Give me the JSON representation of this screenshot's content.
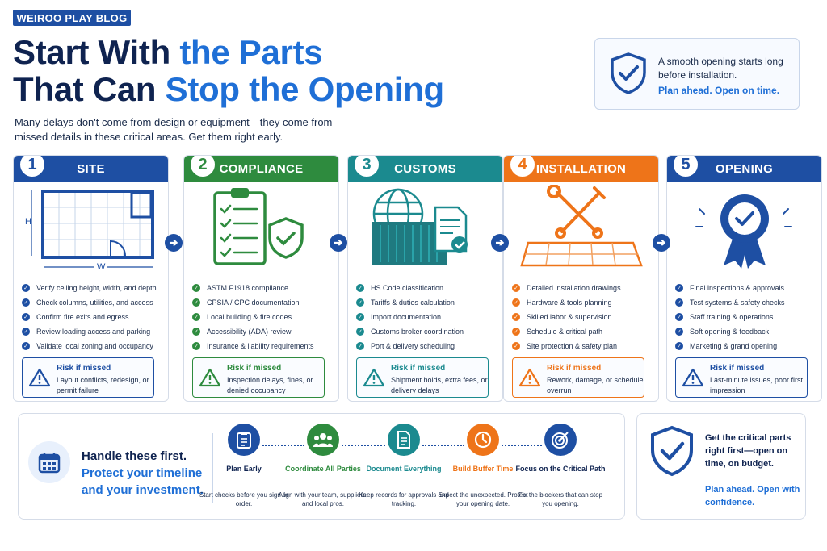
{
  "badge": "WEIROO PLAY BLOG",
  "title": {
    "line1_dark": "Start With ",
    "line1_blue": "the Parts",
    "line2_dark": "That Can ",
    "line2_blue": "Stop the Opening"
  },
  "subtitle": "Many delays don't come from design or equipment—they come from missed details in these critical areas. Get them right early.",
  "tip": {
    "text": "A smooth opening starts long before installation.",
    "highlight": "Plan ahead. Open on time.",
    "icon": "shield-check-icon"
  },
  "cards": [
    {
      "num": "1",
      "title": "SITE",
      "color": "#1e4fa3",
      "items": [
        "Verify ceiling height, width, and depth",
        "Check columns, utilities, and access",
        "Confirm fire exits and egress",
        "Review loading access and parking",
        "Validate local zoning and occupancy"
      ],
      "risk_title": "Risk if missed",
      "risk_body": "Layout conflicts, redesign, or permit failure",
      "plan_h": "H",
      "plan_w": "W"
    },
    {
      "num": "2",
      "title": "COMPLIANCE",
      "color": "#2e8b3e",
      "items": [
        "ASTM F1918 compliance",
        "CPSIA / CPC documentation",
        "Local building & fire codes",
        "Accessibility (ADA) review",
        "Insurance & liability requirements"
      ],
      "risk_title": "Risk if missed",
      "risk_body": "Inspection delays, fines, or denied occupancy"
    },
    {
      "num": "3",
      "title": "CUSTOMS",
      "color": "#1b8a8f",
      "items": [
        "HS Code classification",
        "Tariffs & duties calculation",
        "Import documentation",
        "Customs broker coordination",
        "Port & delivery scheduling"
      ],
      "risk_title": "Risk if missed",
      "risk_body": "Shipment holds, extra fees, or delivery delays"
    },
    {
      "num": "4",
      "title": "INSTALLATION",
      "color": "#ee7419",
      "items": [
        "Detailed installation drawings",
        "Hardware & tools planning",
        "Skilled labor & supervision",
        "Schedule & critical path",
        "Site protection & safety plan"
      ],
      "risk_title": "Risk if missed",
      "risk_body": "Rework, damage, or schedule overrun"
    },
    {
      "num": "5",
      "title": "OPENING",
      "color": "#1e4fa3",
      "items": [
        "Final inspections & approvals",
        "Test systems & safety checks",
        "Staff training & operations",
        "Soft opening & feedback",
        "Marketing & grand opening"
      ],
      "risk_title": "Risk if missed",
      "risk_body": "Last-minute issues, poor first impression"
    }
  ],
  "bottom": {
    "heading_dark": "Handle these first.",
    "heading_blue": "Protect your timeline and your investment.",
    "steps": [
      {
        "title": "Plan Early",
        "desc": "Start checks before you sign or order.",
        "color": "#1e4fa3",
        "title_color": "#0f2350",
        "icon": "clipboard-icon"
      },
      {
        "title": "Coordinate All Parties",
        "desc": "Align with your team, suppliers, and local pros.",
        "color": "#2e8b3e",
        "title_color": "#2e8b3e",
        "icon": "team-icon"
      },
      {
        "title": "Document Everything",
        "desc": "Keep records for approvals and tracking.",
        "color": "#1b8a8f",
        "title_color": "#1b8a8f",
        "icon": "document-icon"
      },
      {
        "title": "Build Buffer Time",
        "desc": "Expect the unexpected. Protect your opening date.",
        "color": "#ee7419",
        "title_color": "#ee7419",
        "icon": "clock-icon"
      },
      {
        "title": "Focus on the Critical Path",
        "desc": "Fix the blockers that can stop you opening.",
        "color": "#1e4fa3",
        "title_color": "#0f2350",
        "icon": "target-icon"
      }
    ]
  },
  "closing": {
    "text": "Get the critical parts right first—open on time, on budget.",
    "highlight": "Plan ahead. Open with confidence.",
    "icon": "shield-check-icon"
  }
}
